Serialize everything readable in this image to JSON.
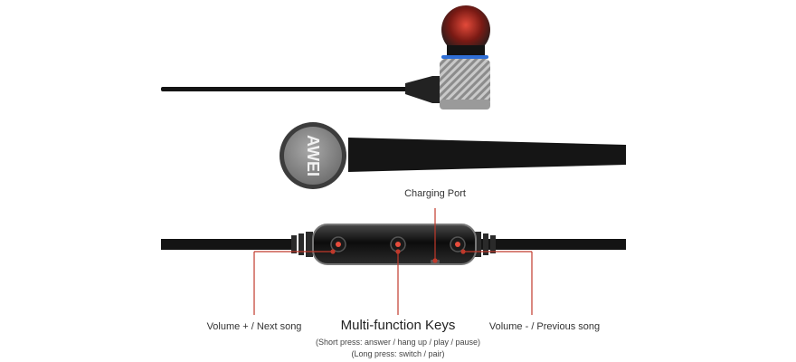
{
  "product": {
    "brand_logo": "AWEI"
  },
  "callouts": {
    "charging_port": "Charging Port",
    "volume_up": "Volume + / Next song",
    "multifunction_title": "Multi-function Keys",
    "multifunction_short": "(Short press: answer / hang up / play / pause)",
    "multifunction_long": "(Long press: switch / pair)",
    "volume_down": "Volume - / Previous song"
  },
  "colors": {
    "cable": "#1a1a1a",
    "callout_line": "#c0392b",
    "button_accent": "#e74c3c",
    "earbud_tip": "#c0392b",
    "ring_accent": "#2f6fd6"
  }
}
